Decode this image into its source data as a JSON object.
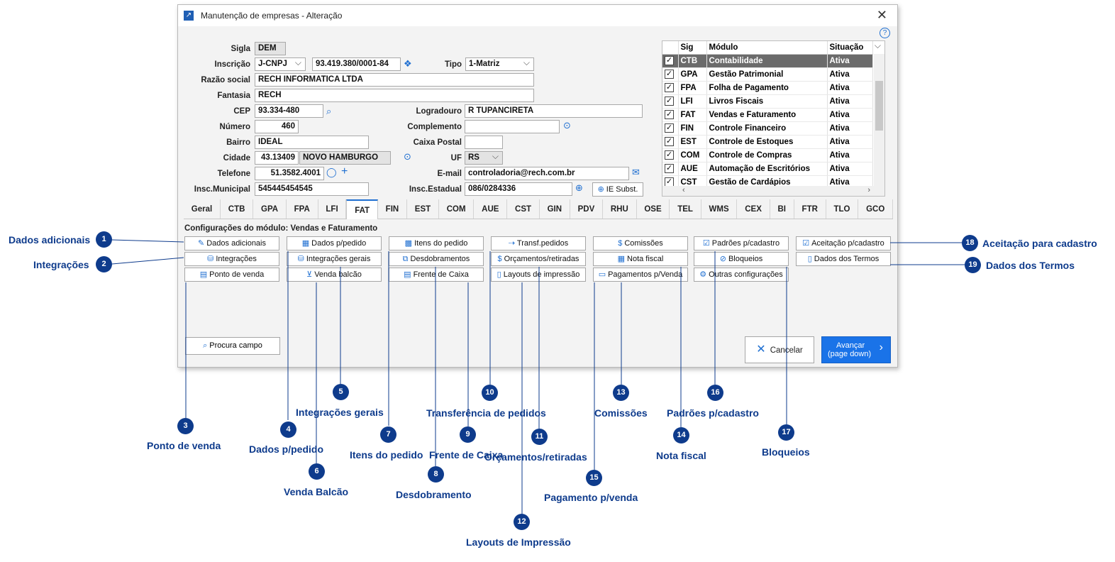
{
  "window": {
    "title": "Manutenção de empresas - Alteração",
    "help": "?"
  },
  "form": {
    "sigla_label": "Sigla",
    "sigla": "DEM",
    "inscricao_label": "Inscrição",
    "inscricao_tipo": "J-CNPJ",
    "inscricao": "93.419.380/0001-84",
    "tipo_label": "Tipo",
    "tipo": "1-Matriz",
    "razao_label": "Razão social",
    "razao": "RECH INFORMATICA LTDA",
    "fantasia_label": "Fantasia",
    "fantasia": "RECH",
    "cep_label": "CEP",
    "cep": "93.334-480",
    "logradouro_label": "Logradouro",
    "logradouro": "R TUPANCIRETA",
    "numero_label": "Número",
    "numero": "460",
    "complemento_label": "Complemento",
    "complemento": "",
    "bairro_label": "Bairro",
    "bairro": "IDEAL",
    "caixa_label": "Caixa Postal",
    "caixa": "",
    "cidade_label": "Cidade",
    "cidade_cod": "43.13409",
    "cidade_nome": "NOVO HAMBURGO",
    "uf_label": "UF",
    "uf": "RS",
    "telefone_label": "Telefone",
    "telefone": "51.3582.4001",
    "email_label": "E-mail",
    "email": "controladoria@rech.com.br",
    "inscmun_label": "Insc.Municipal",
    "inscmun": "545445454545",
    "inscest_label": "Insc.Estadual",
    "inscest": "086/0284336",
    "ie_subst": "IE Subst."
  },
  "modules": {
    "headers": [
      "Sig",
      "Módulo",
      "Situação"
    ],
    "rows": [
      {
        "sig": "CTB",
        "mod": "Contabilidade",
        "sit": "Ativa"
      },
      {
        "sig": "GPA",
        "mod": "Gestão Patrimonial",
        "sit": "Ativa"
      },
      {
        "sig": "FPA",
        "mod": "Folha de Pagamento",
        "sit": "Ativa"
      },
      {
        "sig": "LFI",
        "mod": "Livros Fiscais",
        "sit": "Ativa"
      },
      {
        "sig": "FAT",
        "mod": "Vendas e Faturamento",
        "sit": "Ativa"
      },
      {
        "sig": "FIN",
        "mod": "Controle Financeiro",
        "sit": "Ativa"
      },
      {
        "sig": "EST",
        "mod": "Controle de Estoques",
        "sit": "Ativa"
      },
      {
        "sig": "COM",
        "mod": "Controle de Compras",
        "sit": "Ativa"
      },
      {
        "sig": "AUE",
        "mod": "Automação de Escritórios",
        "sit": "Ativa"
      },
      {
        "sig": "CST",
        "mod": "Gestão de Cardápios",
        "sit": "Ativa"
      }
    ]
  },
  "tabs": [
    "Geral",
    "CTB",
    "GPA",
    "FPA",
    "LFI",
    "FAT",
    "FIN",
    "EST",
    "COM",
    "AUE",
    "CST",
    "GIN",
    "PDV",
    "RHU",
    "OSE",
    "TEL",
    "WMS",
    "CEX",
    "BI",
    "FTR",
    "TLO",
    "GCO"
  ],
  "active_tab": "FAT",
  "section_title": "Configurações do módulo: Vendas e Faturamento",
  "buttons": {
    "b1": "Dados adicionais",
    "b2": "Integrações",
    "b3": "Ponto de venda",
    "b4": "Dados p/pedido",
    "b5": "Integrações gerais",
    "b6": "Venda balcão",
    "b7": "Itens do pedido",
    "b8": "Desdobramentos",
    "b9": "Frente de Caixa",
    "b10": "Transf.pedidos",
    "b11": "Orçamentos/retiradas",
    "b12": "Layouts de impressão",
    "b13": "Comissões",
    "b14": "Nota fiscal",
    "b15": "Pagamentos p/Venda",
    "b16": "Padrões p/cadastro",
    "b17": "Bloqueios",
    "b_outras": "Outras configurações",
    "b18": "Aceitação p/cadastro",
    "b19": "Dados dos Termos"
  },
  "footer": {
    "search": "Procura campo",
    "cancel": "Cancelar",
    "next_line1": "Avançar",
    "next_line2": "(page down)"
  },
  "callouts": {
    "c1": "Dados adicionais",
    "c2": "Integrações",
    "c3": "Ponto de venda",
    "c4": "Dados p/pedido",
    "c5": "Integrações gerais",
    "c6": "Venda Balcão",
    "c7": "Itens do pedido",
    "c8": "Desdobramento",
    "c9": "Frente de Caixa",
    "c10": "Transferência de pedidos",
    "c11": "Orçamentos/retiradas",
    "c12": "Layouts de Impressão",
    "c13": "Comissões",
    "c14": "Nota fiscal",
    "c15": "Pagamento p/venda",
    "c16": "Padrões p/cadastro",
    "c17": "Bloqueios",
    "c18": "Aceitação para cadastro",
    "c19": "Dados dos Termos"
  },
  "colors": {
    "accent": "#1f6fd1",
    "callout": "#0e3b8c",
    "primary_button": "#1a73e8"
  }
}
